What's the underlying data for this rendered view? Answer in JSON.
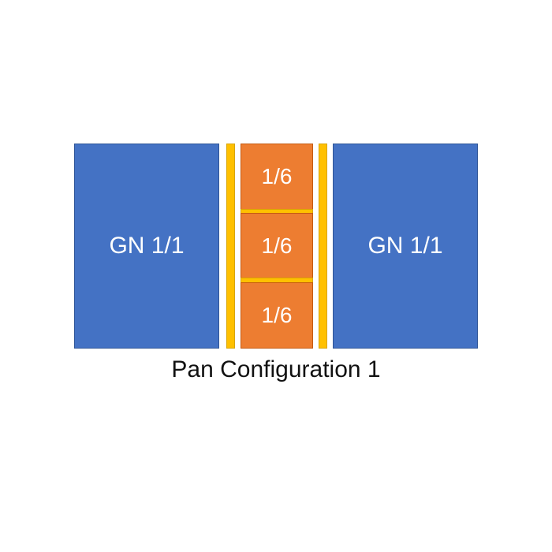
{
  "pans": {
    "left": {
      "label": "GN 1/1"
    },
    "right": {
      "label": "GN 1/1"
    },
    "middle": [
      {
        "label": "1/6"
      },
      {
        "label": "1/6"
      },
      {
        "label": "1/6"
      }
    ]
  },
  "caption": "Pan Configuration 1",
  "colors": {
    "full_pan": "#4472c4",
    "sixth_pan": "#ed7d31",
    "divider_bar": "#ffc000",
    "pan_text": "#ffffff",
    "caption_text": "#111111"
  }
}
